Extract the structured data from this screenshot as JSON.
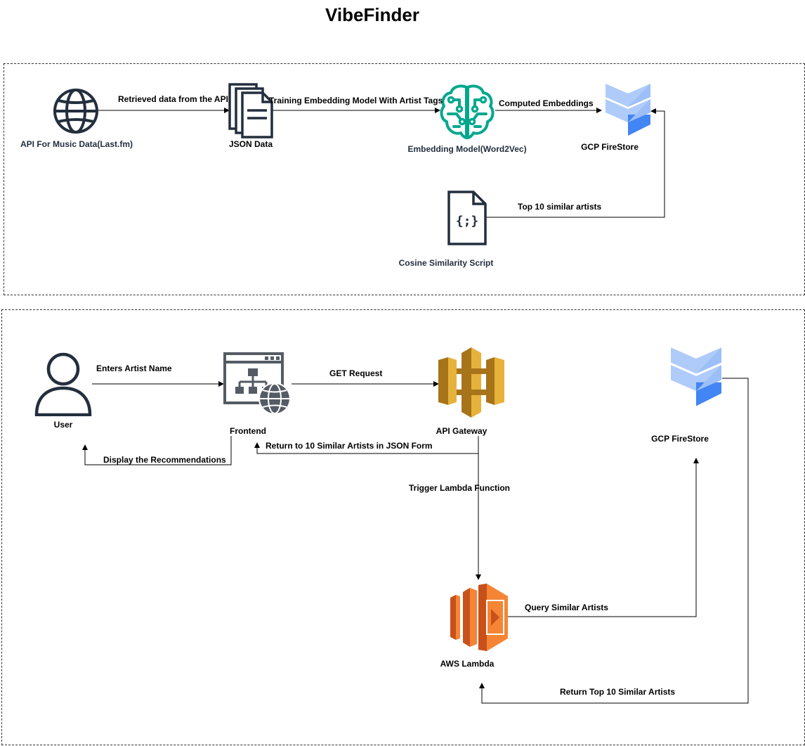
{
  "title": "VibeFinder",
  "nodes": {
    "api": "API For Music Data(Last.fm)",
    "json": "JSON Data",
    "embedding": "Embedding Model(Word2Vec)",
    "firestore_top": "GCP FireStore",
    "cosine": "Cosine Similarity Script",
    "user": "User",
    "frontend": "Frontend",
    "gateway": "API Gateway",
    "firestore_bottom": "GCP FireStore",
    "lambda": "AWS Lambda"
  },
  "edges": {
    "retrieved": "Retrieved data from the API",
    "training": "Training Embedding Model With Artist Tags",
    "computed": "Computed Embeddings",
    "top10": "Top 10 similar artists",
    "enters": "Enters Artist Name",
    "get": "GET Request",
    "return_json": "Return to  10 Similar Artists in JSON Form",
    "display": "Display the Recommendations",
    "trigger": "Trigger Lambda Function",
    "query": "Query Similar Artists",
    "return_top10": "Return Top 10 Similar Artists"
  },
  "colors": {
    "embedding": "#01a88d",
    "firestore_light": "#aecbfa",
    "firestore_dark": "#4285f4",
    "gateway_light": "#e7b23c",
    "gateway_dark": "#a8741a",
    "lambda_light": "#f58534",
    "lambda_dark": "#c8511b",
    "icon_dark": "#232f3e"
  }
}
